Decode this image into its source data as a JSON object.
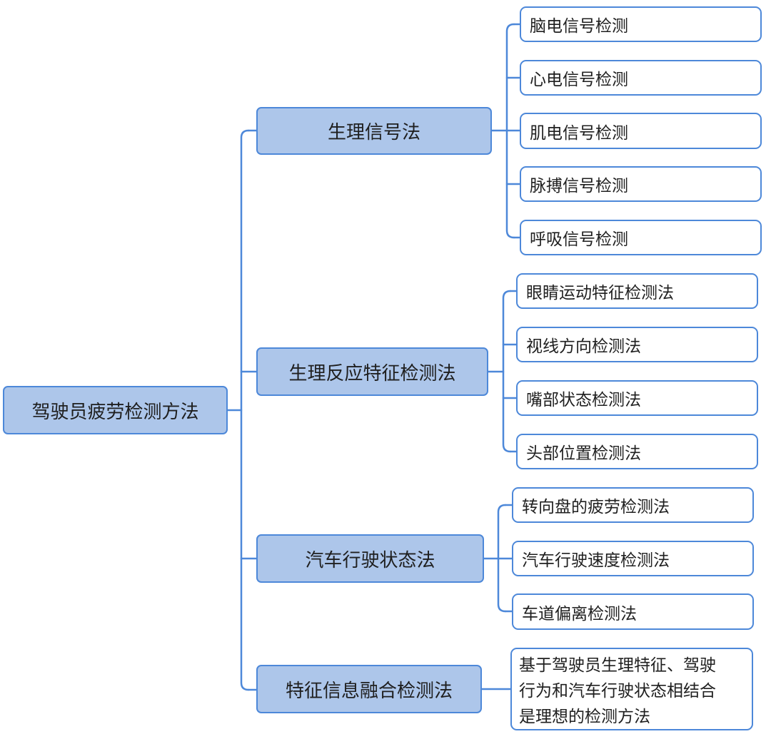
{
  "root": {
    "label": "驾驶员疲劳检测方法"
  },
  "branches": [
    {
      "label": "生理信号法",
      "children": [
        "脑电信号检测",
        "心电信号检测",
        "肌电信号检测",
        "脉搏信号检测",
        "呼吸信号检测"
      ]
    },
    {
      "label": "生理反应特征检测法",
      "children": [
        "眼睛运动特征检测法",
        "视线方向检测法",
        "嘴部状态检测法",
        "头部位置检测法"
      ]
    },
    {
      "label": "汽车行驶状态法",
      "children": [
        "转向盘的疲劳检测法",
        "汽车行驶速度检测法",
        "车道偏离检测法"
      ]
    },
    {
      "label": "特征信息融合检测法",
      "children": [
        "基于驾驶员生理特征、驾驶\n行为和汽车行驶状态相结合\n是理想的检测方法"
      ]
    }
  ],
  "colors": {
    "line": "#4d88d9",
    "level_fill": "#adc6ea",
    "leaf_fill": "#ffffff"
  }
}
